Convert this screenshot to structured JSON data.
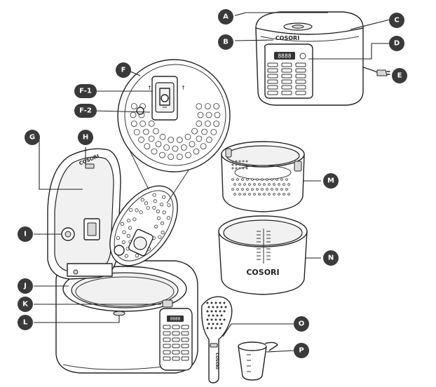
{
  "brand": "COSORI",
  "display_digits": "8888",
  "labels": {
    "A": "A",
    "B": "B",
    "C": "C",
    "D": "D",
    "E": "E",
    "F": "F",
    "F1": "F-1",
    "F2": "F-2",
    "G": "G",
    "H": "H",
    "I": "I",
    "J": "J",
    "K": "K",
    "L": "L",
    "M": "M",
    "N": "N",
    "O": "O",
    "P": "P"
  }
}
